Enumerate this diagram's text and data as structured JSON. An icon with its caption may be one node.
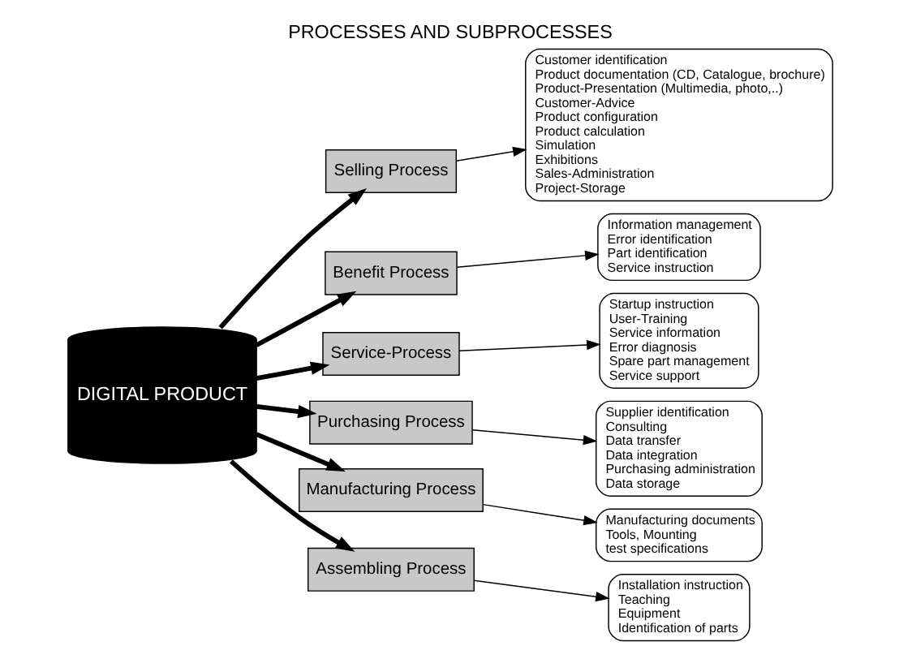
{
  "diagram": {
    "title": "PROCESSES AND SUBPROCESSES",
    "nodes": [
      {
        "text": [
          "DIGITAL PRODUCT"
        ]
      },
      {
        "text": [
          "Selling Process"
        ]
      },
      {
        "text": [
          "Benefit Process"
        ]
      },
      {
        "text": [
          "Service-Process"
        ]
      },
      {
        "text": [
          "Purchasing Process"
        ]
      },
      {
        "text": [
          "Manufacturing Process"
        ]
      },
      {
        "text": [
          "Assembling Process"
        ]
      },
      {
        "text": [
          "Customer identification",
          "Product documentation (CD, Catalogue, brochure)",
          "Product-Presentation (Multimedia, photo,..)",
          "Customer-Advice",
          "Product configuration",
          "Product calculation",
          "Simulation",
          "Exhibitions",
          "Sales-Administration",
          "Project-Storage"
        ]
      },
      {
        "text": [
          "Startup instruction",
          "User-Training",
          "Service information",
          "Error diagnosis",
          "Spare part management",
          "Service support"
        ]
      },
      {
        "text": [
          "Supplier identification",
          "Consulting",
          "Data transfer",
          "Data integration",
          "Purchasing administration",
          "Data storage"
        ]
      },
      {
        "text": [
          "Manufacturing documents",
          "Tools, Mounting",
          "test specifications"
        ]
      },
      {
        "text": [
          "Information management",
          "Error identification",
          "Part identification",
          "Service instruction"
        ]
      },
      {
        "text": [
          "Installation instruction",
          "Teaching",
          "Equipment",
          "Identification of parts"
        ]
      }
    ],
    "edges": [
      {
        "from": 0,
        "to": 1,
        "arrow": "to",
        "style": "thick"
      },
      {
        "from": 0,
        "to": 2,
        "arrow": "to",
        "style": "thick"
      },
      {
        "from": 0,
        "to": 3,
        "arrow": "to",
        "style": "thick"
      },
      {
        "from": 0,
        "to": 4,
        "arrow": "to",
        "style": "thick"
      },
      {
        "from": 0,
        "to": 5,
        "arrow": "to",
        "style": "thick"
      },
      {
        "from": 0,
        "to": 6,
        "arrow": "to",
        "style": "thick"
      },
      {
        "from": 1,
        "to": 7,
        "arrow": "to"
      },
      {
        "from": 3,
        "to": 8,
        "arrow": "to"
      },
      {
        "from": 4,
        "to": 9,
        "arrow": "to"
      },
      {
        "from": 5,
        "to": 10,
        "arrow": "to"
      },
      {
        "from": 2,
        "to": 11,
        "arrow": "to"
      },
      {
        "from": 6,
        "to": 12,
        "arrow": "to"
      }
    ]
  }
}
